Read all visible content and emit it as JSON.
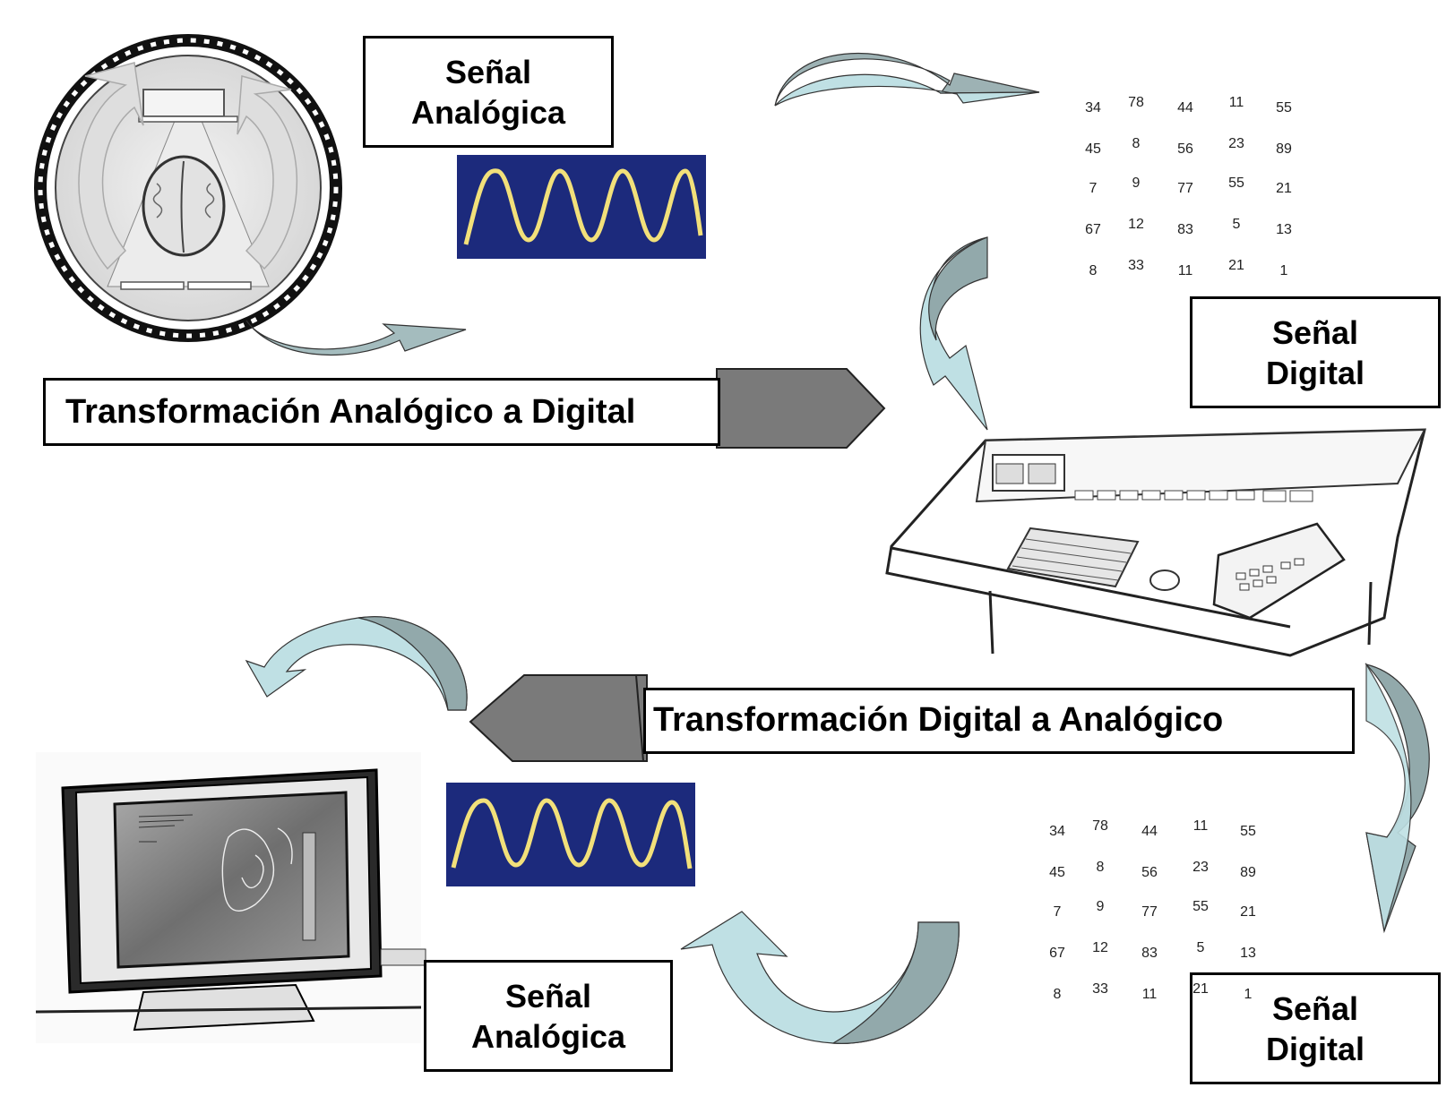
{
  "labels": {
    "analog_top": [
      "Señal",
      "Analógica"
    ],
    "digital_top": [
      "Señal",
      "Digital"
    ],
    "analog_bottom": [
      "Señal",
      "Analógica"
    ],
    "digital_bottom": [
      "Señal",
      "Digital"
    ],
    "a_to_d": "Transformación Analógico a Digital",
    "d_to_a": "Transformación Digital a Analógico"
  },
  "digital_values": [
    [
      "34",
      "78",
      "44",
      "11",
      "55"
    ],
    [
      "45",
      "8",
      "56",
      "23",
      "89"
    ],
    [
      "7",
      "9",
      "77",
      "55",
      "21"
    ],
    [
      "67",
      "12",
      "83",
      "5",
      "13"
    ],
    [
      "8",
      "33",
      "11",
      "21",
      "1"
    ]
  ],
  "colors": {
    "arrow_light": "#bfe0e4",
    "arrow_dark": "#92a9ab",
    "arrow_gray": "#7a7a7a",
    "wave_bg": "#1c2a7c",
    "wave_line": "#f2e07a"
  },
  "icons": [
    "ct-scanner-icon",
    "scanner-console-icon",
    "monitor-brain-image-icon"
  ]
}
